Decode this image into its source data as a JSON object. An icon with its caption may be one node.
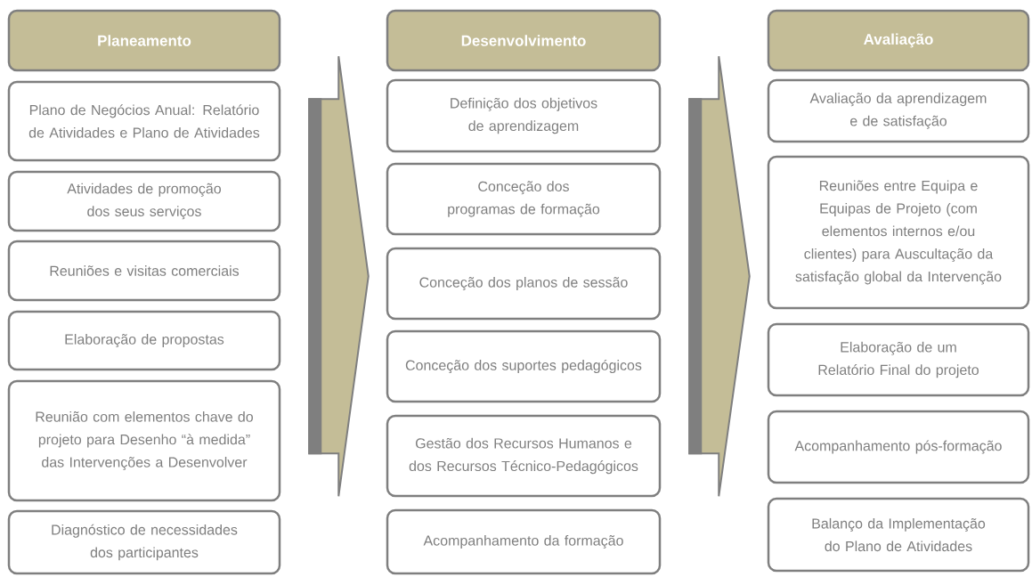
{
  "diagram": {
    "nodes": [
      {
        "text": [
          "Planeamento"
        ]
      },
      {
        "text": [
          "Plano de Negócios Anual: Relatório de Atividades e Plano de Atividades"
        ]
      },
      {
        "text": [
          "Atividades de promoção dos seus serviços"
        ]
      },
      {
        "text": [
          "Reuniões e visitas comerciais"
        ]
      },
      {
        "text": [
          "Elaboração de propostas"
        ]
      },
      {
        "text": [
          "Reunião com elementos chave do projeto para Desenho “à medida” das Intervenções a Desenvolver"
        ]
      },
      {
        "text": [
          "Diagnóstico de necessidades dos participantes"
        ]
      },
      {
        "text": [
          "Desenvolvimento"
        ]
      },
      {
        "text": [
          "Definição dos objetivos de aprendizagem"
        ]
      },
      {
        "text": [
          "Conceção dos programas de formação"
        ]
      },
      {
        "text": [
          "Conceção dos planos de sessão"
        ]
      },
      {
        "text": [
          "Conceção dos suportes pedagógicos"
        ]
      },
      {
        "text": [
          "Gestão dos Recursos Humanos e dos Recursos Técnico-Pedagógicos"
        ]
      },
      {
        "text": [
          "Acompanhamento da formação"
        ]
      },
      {
        "text": [
          "Avaliação"
        ]
      },
      {
        "text": [
          "Avaliação da aprendizagem e de satisfação"
        ]
      },
      {
        "text": [
          "Reuniões entre Equipa e Equipas de Projeto (com elementos internos e/ou clientes) para Auscultação da satisfação global da Intervenção"
        ]
      },
      {
        "text": [
          "Elaboração de um Relatório Final do projeto"
        ]
      },
      {
        "text": [
          "Acompanhamento pós-formação"
        ]
      },
      {
        "text": [
          "Balanço da Implementação do Plano de Atividades"
        ]
      }
    ],
    "edges": [
      {
        "from": 0,
        "to": 7,
        "arrow": "to"
      },
      {
        "from": 7,
        "to": 14,
        "arrow": "to"
      }
    ]
  }
}
